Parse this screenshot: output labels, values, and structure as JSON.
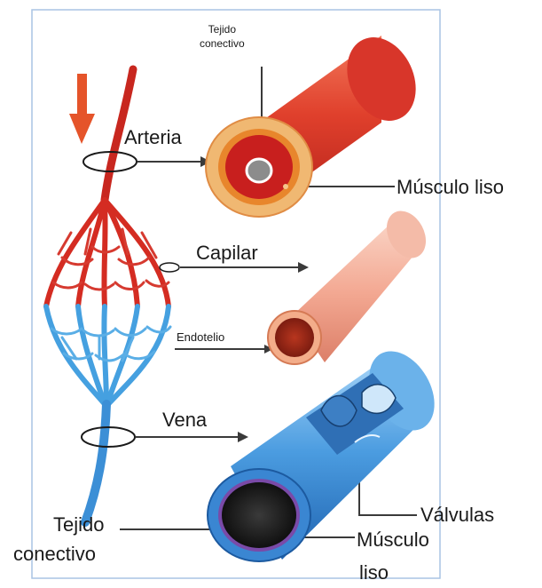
{
  "labels": {
    "tejido_conectivo_top": [
      "Tejido",
      "conectivo"
    ],
    "arteria": "Arteria",
    "musculo_liso_top": "Músculo liso",
    "capilar": "Capilar",
    "endotelio": "Endotelio",
    "vena": "Vena",
    "valvulas": "Válvulas",
    "tejido_conectivo_bottom": [
      "Tejido",
      "conectivo"
    ],
    "musculo_liso_bottom": [
      "Músculo",
      "liso"
    ]
  },
  "colors": {
    "artery": "#d42c22",
    "artery_dark": "#a01818",
    "capillary": "#f0a08a",
    "vein": "#3c8fd6",
    "vein_dark": "#1d5ea8",
    "arrow_down": "#e5542a",
    "frame": "#a9c4e4"
  }
}
